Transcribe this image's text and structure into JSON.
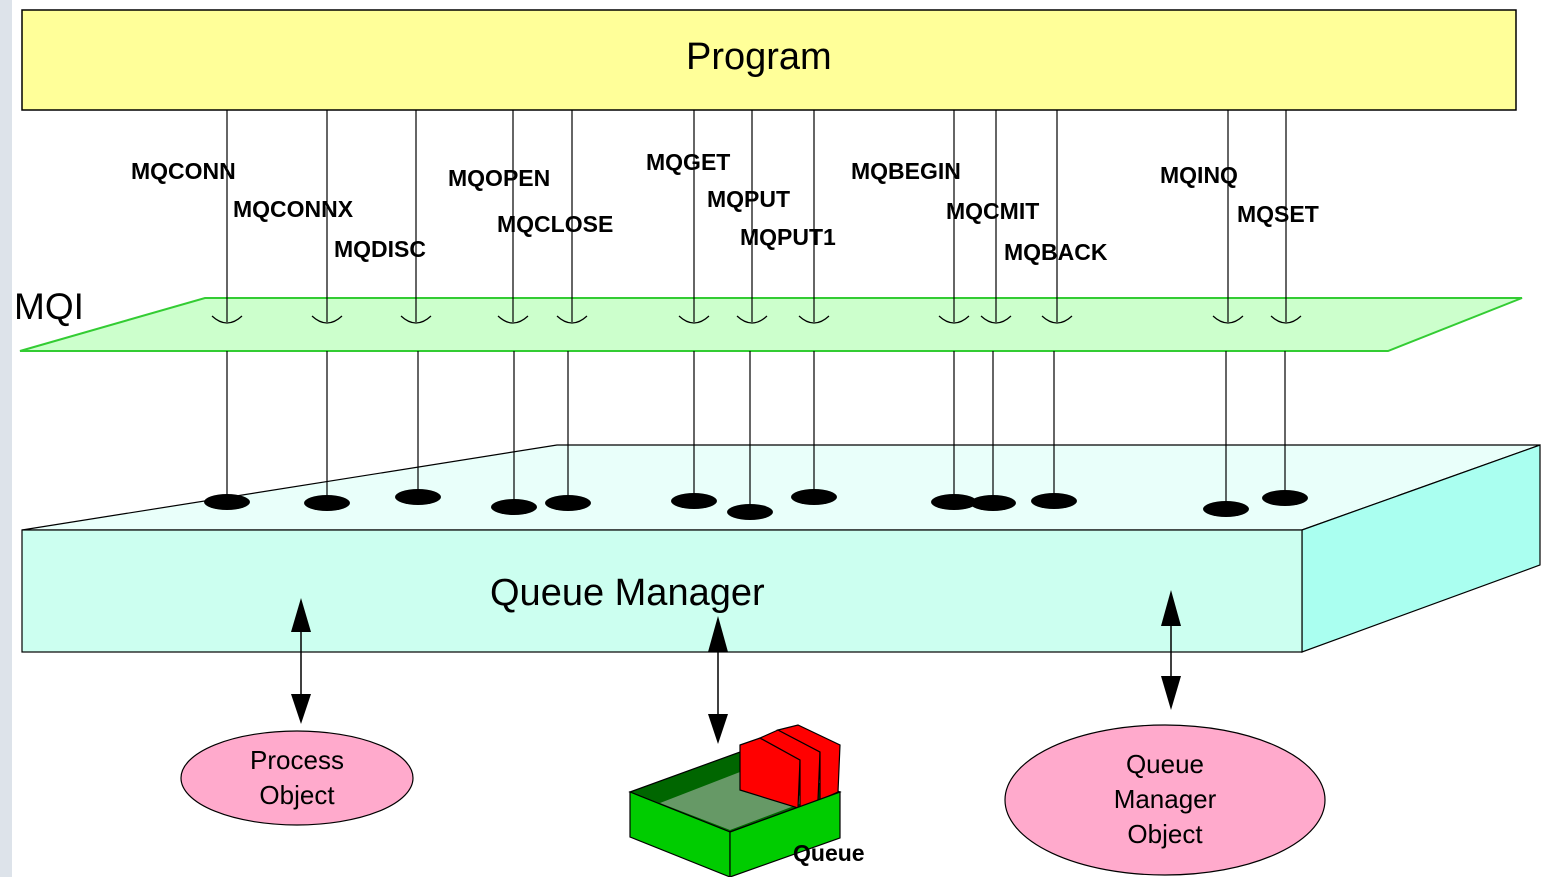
{
  "program": {
    "label": "Program"
  },
  "mqi": {
    "label": "MQI"
  },
  "queue_manager": {
    "label": "Queue Manager"
  },
  "calls": [
    {
      "name": "MQCONN"
    },
    {
      "name": "MQCONNX"
    },
    {
      "name": "MQDISC"
    },
    {
      "name": "MQOPEN"
    },
    {
      "name": "MQCLOSE"
    },
    {
      "name": "MQGET"
    },
    {
      "name": "MQPUT"
    },
    {
      "name": "MQPUT1"
    },
    {
      "name": "MQBEGIN"
    },
    {
      "name": "MQCMIT"
    },
    {
      "name": "MQBACK"
    },
    {
      "name": "MQINQ"
    },
    {
      "name": "MQSET"
    }
  ],
  "objects": {
    "process": {
      "line1": "Process",
      "line2": "Object"
    },
    "queue": {
      "label": "Queue"
    },
    "qm_object": {
      "line1": "Queue",
      "line2": "Manager",
      "line3": "Object"
    }
  },
  "colors": {
    "program": "#ffff99",
    "mqi_plane": "#ccffcc",
    "mqi_border": "#33cc33",
    "qm_front": "#ccfff0",
    "qm_top": "#e9fffa",
    "qm_side": "#aafff0",
    "ellipse": "#ffaacc",
    "queue_green": "#00cc00",
    "queue_dark": "#006600",
    "queue_red": "#ff0000"
  }
}
